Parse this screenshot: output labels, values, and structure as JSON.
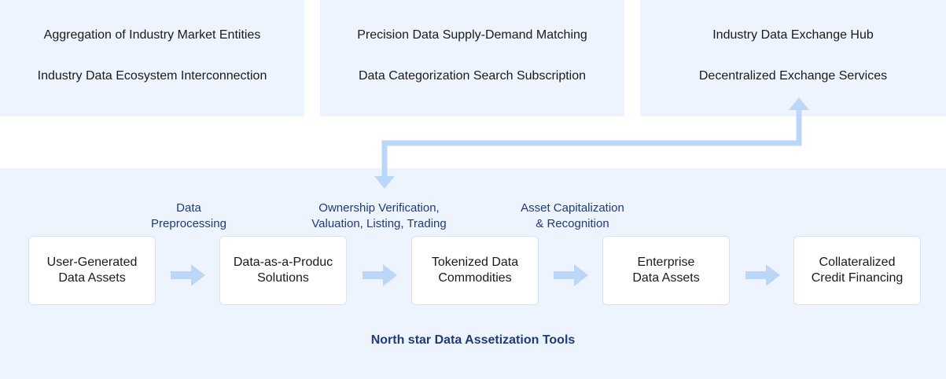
{
  "top_panels": [
    {
      "line1": "Aggregation of Industry Market Entities",
      "line2": "Industry Data Ecosystem Interconnection"
    },
    {
      "line1": "Precision Data Supply-Demand Matching",
      "line2": "Data Categorization Search Subscription"
    },
    {
      "line1": "Industry Data Exchange Hub",
      "line2": "Decentralized Exchange Services"
    }
  ],
  "flow": {
    "steps": [
      {
        "line1": "User-Generated",
        "line2": "Data Assets"
      },
      {
        "line1": "Data-as-a-Produc",
        "line2": "Solutions"
      },
      {
        "line1": "Tokenized Data",
        "line2": "Commodities"
      },
      {
        "line1": "Enterprise",
        "line2": "Data Assets"
      },
      {
        "line1": "Collateralized",
        "line2": "Credit Financing"
      }
    ],
    "transitions": [
      {
        "line1": "Data",
        "line2": "Preprocessing"
      },
      {
        "line1": "Ownership Verification,",
        "line2": "Valuation, Listing, Trading"
      },
      {
        "line1": "Asset Capitalization",
        "line2": "& Recognition"
      }
    ],
    "footer_title": "North star Data Assetization Tools"
  },
  "colors": {
    "panel_bg": "#eef4fd",
    "arrow": "#bcd6f7",
    "label_text": "#1f3a78"
  }
}
